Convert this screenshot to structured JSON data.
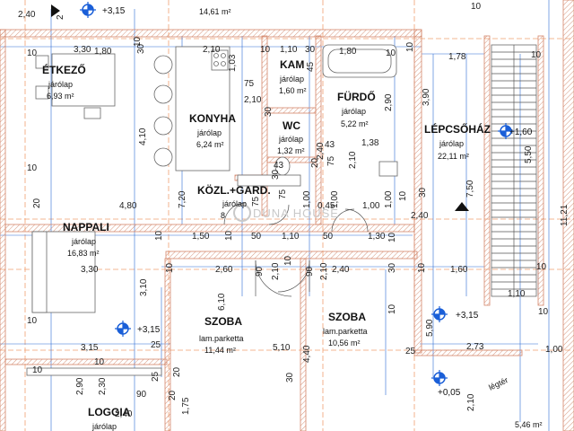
{
  "rooms": {
    "top_area": "14,61 m²",
    "etkezo": {
      "name": "ÉTKEZŐ",
      "floor": "járólap",
      "area": "6,93 m²"
    },
    "kam": {
      "name": "KAM",
      "floor": "járólap",
      "area": "1,60 m²"
    },
    "furdo": {
      "name": "FÜRDŐ",
      "floor": "járólap",
      "area": "5,22 m²"
    },
    "konyha": {
      "name": "KONYHA",
      "floor": "járólap",
      "area": "6,24 m²"
    },
    "wc": {
      "name": "WC",
      "floor": "járólap",
      "area": "1,32 m²"
    },
    "lepcsohaz": {
      "name": "LÉPCSŐHÁZ",
      "floor": "járólap",
      "area": "22,11 m²"
    },
    "kozl": {
      "name": "KÖZL.+GARD.",
      "floor": "járólap",
      "area": "8"
    },
    "nappali": {
      "name": "NAPPALI",
      "floor": "járólap",
      "area": "16,83 m²"
    },
    "szoba1": {
      "name": "SZOBA",
      "floor": "lam.parketta",
      "area": "11,44 m²"
    },
    "szoba2": {
      "name": "SZOBA",
      "floor": "lam.parketta",
      "area": "10,56 m²"
    },
    "loggia": {
      "name": "LOGGIA",
      "floor": "járólap"
    },
    "bottom_right_area": "5,46 m²",
    "legter": "légtér"
  },
  "levels": {
    "top": "+3,15",
    "stair": "+1,60",
    "left": "+3,15",
    "right": "+3,15",
    "bottom": "+0,05"
  },
  "watermark": "DUNA HOUSE",
  "dims": {
    "d_2_40_top": "2,40",
    "d_3_30_a": "3,30",
    "d_1_80_a": "1,80",
    "d_30_a": "30",
    "d_2_10_a": "2,10",
    "d_10_a": "10",
    "d_1_10_a": "1,10",
    "d_30_b": "30",
    "d_1_80_b": "1,80",
    "d_10_b": "10",
    "d_10_c": "10",
    "d_1_78": "1,78",
    "d_1_03": "1,03",
    "d_75_a": "75",
    "d_2_10_b": "2,10",
    "d_45": "45",
    "d_2_90_a": "2,90",
    "d_3_90": "3,90",
    "d_4_10": "4,10",
    "d_10_d": "10",
    "d_30_c": "30",
    "d_2_40_mid": "2,40",
    "d_43_a": "43",
    "d_43_b": "43",
    "d_1_38": "1,38",
    "d_5_50": "5,50",
    "d_2_10_c": "2,10",
    "d_75_b": "75",
    "d_20_a": "20",
    "d_4_80": "4,80",
    "d_7_20": "7,20",
    "d_75_c": "75",
    "d_75_d": "75",
    "d_1_00_a": "1,00",
    "d_0_45": "0,45",
    "d_1_00_b": "1,00",
    "d_1_00_c": "1,00",
    "d_1_00_d": "1,00",
    "d_2_40_b": "2,40",
    "d_7_50": "7,50",
    "d_11_21": "11,21",
    "d_10_e": "10",
    "d_1_50": "1,50",
    "d_10_f": "10",
    "d_50_a": "50",
    "d_1_10_b": "1,10",
    "d_50_b": "50",
    "d_1_30": "1,30",
    "d_10_g": "10",
    "d_3_30_b": "3,30",
    "d_2_60": "2,60",
    "d_10_h": "10",
    "d_10_i": "10",
    "d_2_40_c": "2,40",
    "d_30_d": "30",
    "d_10_j": "10",
    "d_1_60": "1,60",
    "d_90_a": "90",
    "d_2_10_d": "2,10",
    "d_90_b": "90",
    "d_2_10_e": "2,10",
    "d_3_10": "3,10",
    "d_6_10": "6,10",
    "d_1_10_c": "1,10",
    "d_5_10": "5,10",
    "d_5_90": "5,90",
    "d_2_73": "2,73",
    "d_3_15": "3,15",
    "d_25_a": "25",
    "d_25_b": "25",
    "d_4_40": "4,40",
    "d_10_k": "10",
    "d_10_l": "10",
    "d_2_90_b": "2,90",
    "d_2_30": "2,30",
    "d_90_c": "90",
    "d_2_40_d": "2,40",
    "d_1_75": "1,75",
    "d_2_10_f": "2,10",
    "d_1_00_e": "1,00",
    "d_20_b": "20",
    "d_20_c": "20",
    "d_30_e": "30",
    "d_10_m": "10",
    "d_10_n": "10",
    "d_10_o": "10",
    "d_10_p": "10",
    "d_20_d": "20",
    "d_10_q": "10",
    "d_30_f": "30",
    "d_10_r": "10",
    "d_30_g": "30",
    "d_10_s": "10",
    "d_25_c": "25",
    "d_10_t": "10",
    "d_10_u": "10",
    "d_2_top": "2"
  },
  "colors": {
    "wall": "#e9a88c",
    "dim_line": "#2b6cd6",
    "grid": "#f0a070",
    "marker": "#1a5fd8"
  }
}
